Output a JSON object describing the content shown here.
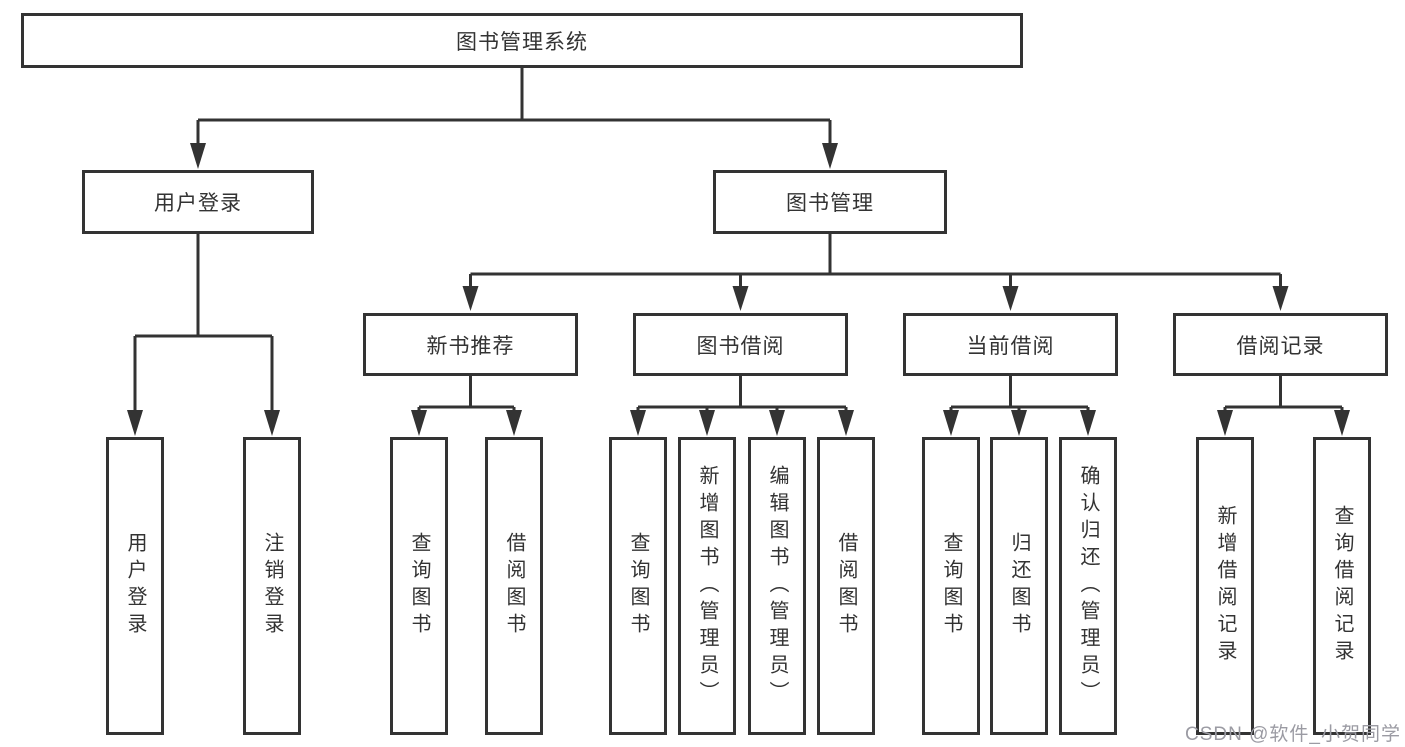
{
  "diagram_title": "图书管理系统",
  "colors": {
    "line": "#333333",
    "text": "#333333",
    "background": "#ffffff",
    "watermark": "#9b9ba3"
  },
  "nodes": {
    "root": "图书管理系统",
    "user_login": "用户登录",
    "book_mgmt": "图书管理",
    "new_books": "新书推荐",
    "book_borrow": "图书借阅",
    "current_borrow": "当前借阅",
    "borrow_records": "借阅记录",
    "leaf_user_login": "用户登录",
    "leaf_logout": "注销登录",
    "nb_query_books": "查询图书",
    "nb_borrow_books": "借阅图书",
    "bb_query_books": "查询图书",
    "bb_add_books_admin": "新增图书（管理员）",
    "bb_edit_books_admin": "编辑图书（管理员）",
    "bb_borrow_books": "借阅图书",
    "cb_query_books": "查询图书",
    "cb_return_books": "归还图书",
    "cb_confirm_return_admin": "确认归还（管理员）",
    "br_add_record": "新增借阅记录",
    "br_query_record": "查询借阅记录"
  },
  "tree": {
    "图书管理系统": {
      "用户登录": [
        "用户登录",
        "注销登录"
      ],
      "图书管理": {
        "新书推荐": [
          "查询图书",
          "借阅图书"
        ],
        "图书借阅": [
          "查询图书",
          "新增图书（管理员）",
          "编辑图书（管理员）",
          "借阅图书"
        ],
        "当前借阅": [
          "查询图书",
          "归还图书",
          "确认归还（管理员）"
        ],
        "借阅记录": [
          "新增借阅记录",
          "查询借阅记录"
        ]
      }
    }
  },
  "watermark": "CSDN @软件_小贺同学"
}
